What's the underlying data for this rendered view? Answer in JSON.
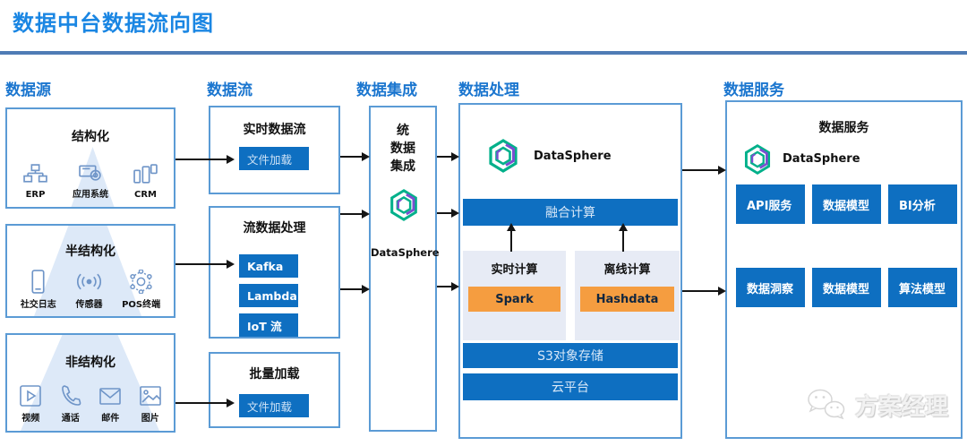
{
  "title": "数据中台数据流向图",
  "headers": {
    "sources": "数据源",
    "flow": "数据流",
    "integration": "数据集成",
    "processing": "数据处理",
    "services": "数据服务"
  },
  "sources": {
    "boxes": [
      {
        "title": "结构化",
        "items": [
          {
            "icon": "erp-icon",
            "label": "ERP"
          },
          {
            "icon": "app-system-icon",
            "label": "应用系统"
          },
          {
            "icon": "crm-icon",
            "label": "CRM"
          }
        ]
      },
      {
        "title": "半结构化",
        "items": [
          {
            "icon": "smartphone-icon",
            "label": "社交日志"
          },
          {
            "icon": "sensor-icon",
            "label": "传感器"
          },
          {
            "icon": "pos-network-icon",
            "label": "POS终端"
          }
        ]
      },
      {
        "title": "非结构化",
        "items": [
          {
            "icon": "video-icon",
            "label": "视频"
          },
          {
            "icon": "call-icon",
            "label": "通话"
          },
          {
            "icon": "mail-icon",
            "label": "邮件"
          },
          {
            "icon": "image-icon",
            "label": "图片"
          }
        ]
      }
    ]
  },
  "flow": {
    "boxes": [
      {
        "title": "实时数据流",
        "buttons": [
          "文件加载"
        ]
      },
      {
        "title": "流数据处理",
        "buttons": [
          "Kafka",
          "Lambda",
          "IoT 流"
        ]
      },
      {
        "title": "批量加载",
        "buttons": [
          "文件加载"
        ]
      }
    ]
  },
  "integration": {
    "lines": [
      "统",
      "数据",
      "集成"
    ],
    "product": "DataSphere"
  },
  "processing": {
    "product": "DataSphere",
    "fusion": "融合计算",
    "realtime": {
      "title": "实时计算",
      "engine": "Spark"
    },
    "offline": {
      "title": "离线计算",
      "engine": "Hashdata"
    },
    "storage": "S3对象存储",
    "platform": "云平台"
  },
  "services": {
    "box_title": "数据服务",
    "product": "DataSphere",
    "row1": [
      "API服务",
      "数据模型",
      "BI分析"
    ],
    "row2": [
      "数据洞察",
      "数据模型",
      "算法模型"
    ]
  },
  "watermark": "方案经理",
  "colors": {
    "accent_blue": "#0e6fc1",
    "bar_orange": "#f59d40",
    "box_border": "#5b9bd5",
    "heading_blue": "#1b76cf",
    "title_blue": "#1a86e3",
    "divider_blue": "#4f7cb5",
    "logo_green": "#00b08a",
    "logo_purple": "#7a4fd0"
  }
}
